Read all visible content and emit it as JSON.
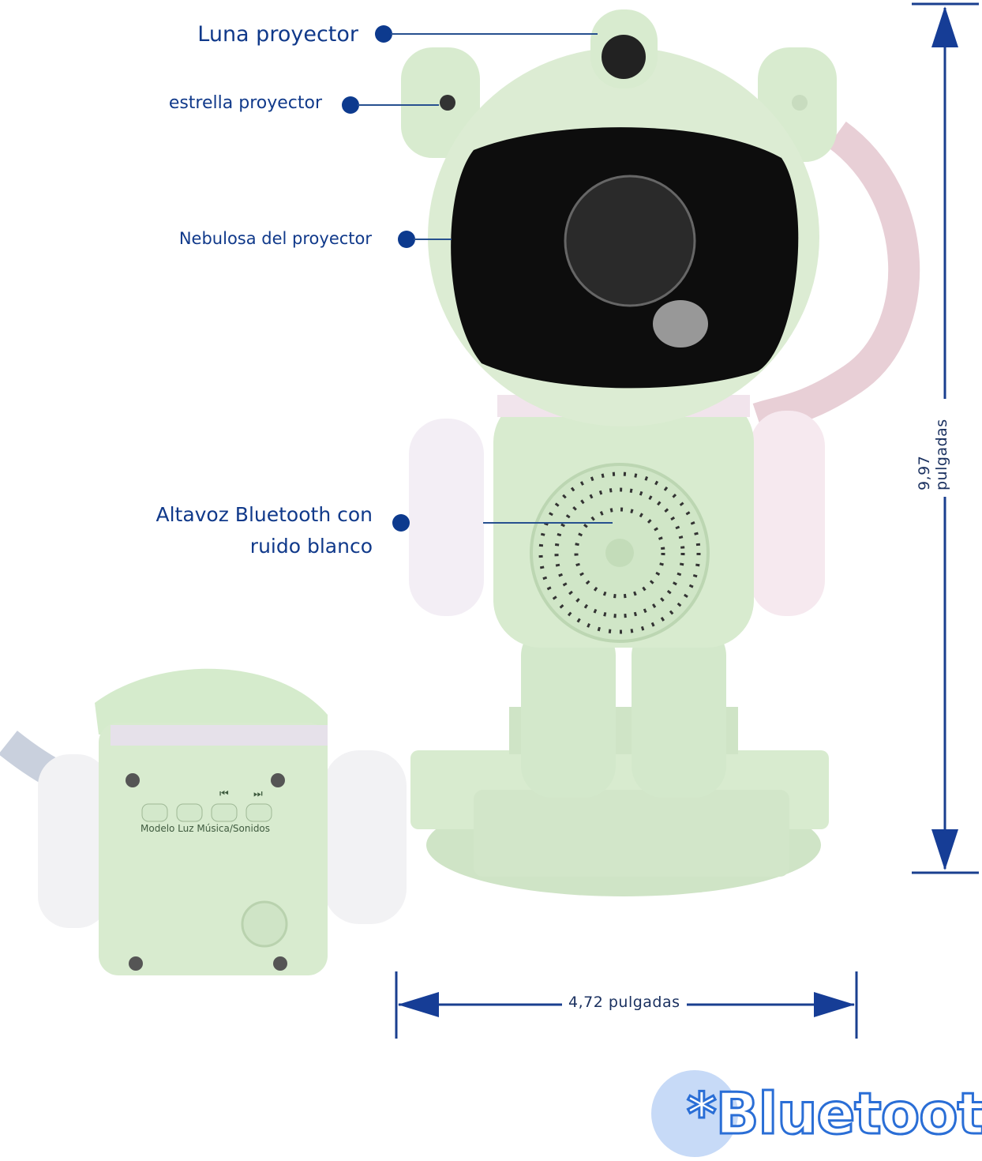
{
  "callouts": {
    "moon_projector": "Luna proyector",
    "star_projector": "estrella proyector",
    "nebula_projector": "Nebulosa del proyector",
    "speaker_line1": "Altavoz Bluetooth con",
    "speaker_line2": "ruido blanco"
  },
  "dimensions": {
    "height": "9,97 pulgadas",
    "width": "4,72 pulgadas"
  },
  "back_panel": {
    "buttons_label": "Modelo Luz Música/Sonidos",
    "prev_icon": "skip-previous-icon",
    "next_icon": "skip-next-icon"
  },
  "badge": "*Bluetooth",
  "colors": {
    "label": "#10398a",
    "body": "#d8ebcf",
    "visor": "#111111",
    "arm": "#f3eef5"
  }
}
